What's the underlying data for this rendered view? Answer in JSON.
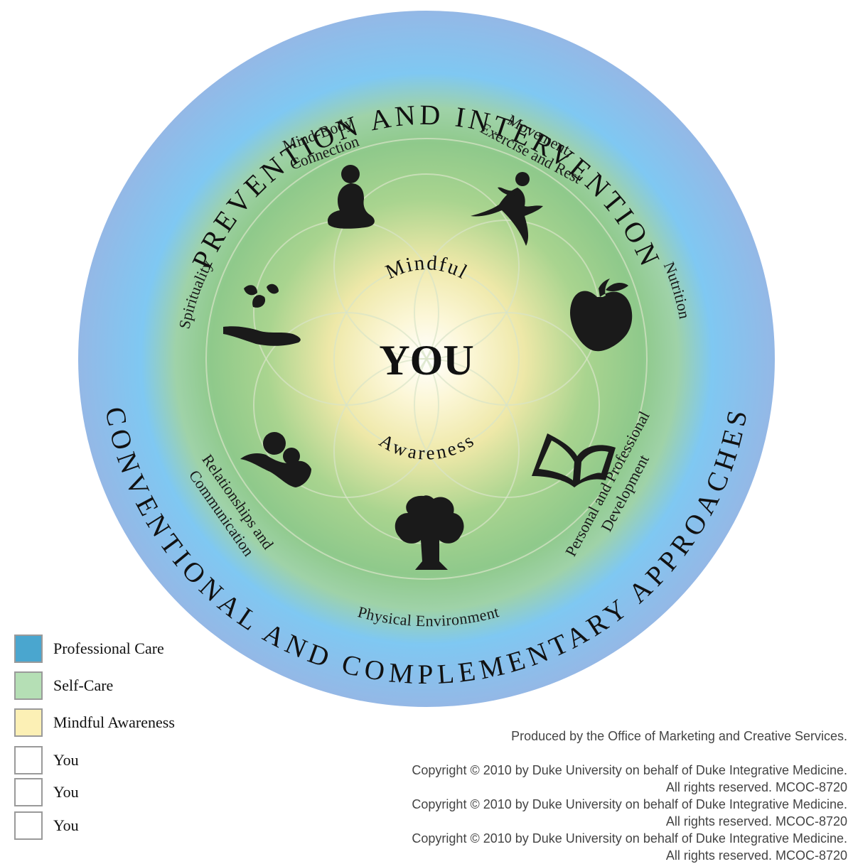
{
  "diagram": {
    "outer_arc_top": "PREVENTION AND INTERVENTION",
    "outer_arc_bottom": "CONVENTIONAL AND COMPLEMENTARY APPROACHES",
    "center": {
      "top": "Mindful",
      "main": "YOU",
      "bottom": "Awareness"
    },
    "domains": {
      "mind_body": [
        "Mind-Body",
        "Connection"
      ],
      "movement": [
        "Movement,",
        "Exercise and Rest"
      ],
      "nutrition": [
        "Nutrition"
      ],
      "personal": [
        "Personal and Professional",
        "Development"
      ],
      "physical": [
        "Physical Environment"
      ],
      "relationships": [
        "Relationships and",
        "Communication"
      ],
      "spirituality": [
        "Spirituality"
      ]
    },
    "colors": {
      "professional_care": "#7fc8f2",
      "self_care": "#8fc98b",
      "mindful_awareness": "#f4ecb4",
      "you": "#ffffff"
    },
    "icons": [
      "meditation-icon",
      "runner-icon",
      "apple-icon",
      "book-icon",
      "tree-icon",
      "embrace-icon",
      "hand-water-icon"
    ]
  },
  "legend": [
    {
      "label": "Professional Care",
      "color": "#4aa6cf"
    },
    {
      "label": "Self-Care",
      "color": "#b5dfb5"
    },
    {
      "label": "Mindful Awareness",
      "color": "#fcf0b5"
    },
    {
      "label": "You",
      "color": "#ffffff"
    },
    {
      "label": "You",
      "color": "#ffffff"
    },
    {
      "label": "You",
      "color": "#ffffff"
    }
  ],
  "credits": {
    "line1": "Produced by the Office of Marketing and Creative Services.",
    "line2": "Copyright © 2010 by Duke University on behalf of Duke Integrative Medicine.",
    "line3": "All rights reserved. MCOC-8720",
    "line4": "Copyright © 2010 by Duke University on behalf of Duke Integrative Medicine.",
    "line5": "All rights reserved. MCOC-8720",
    "line6": "Copyright © 2010 by Duke University on behalf of Duke Integrative Medicine.",
    "line7": "All rights reserved. MCOC-8720"
  }
}
